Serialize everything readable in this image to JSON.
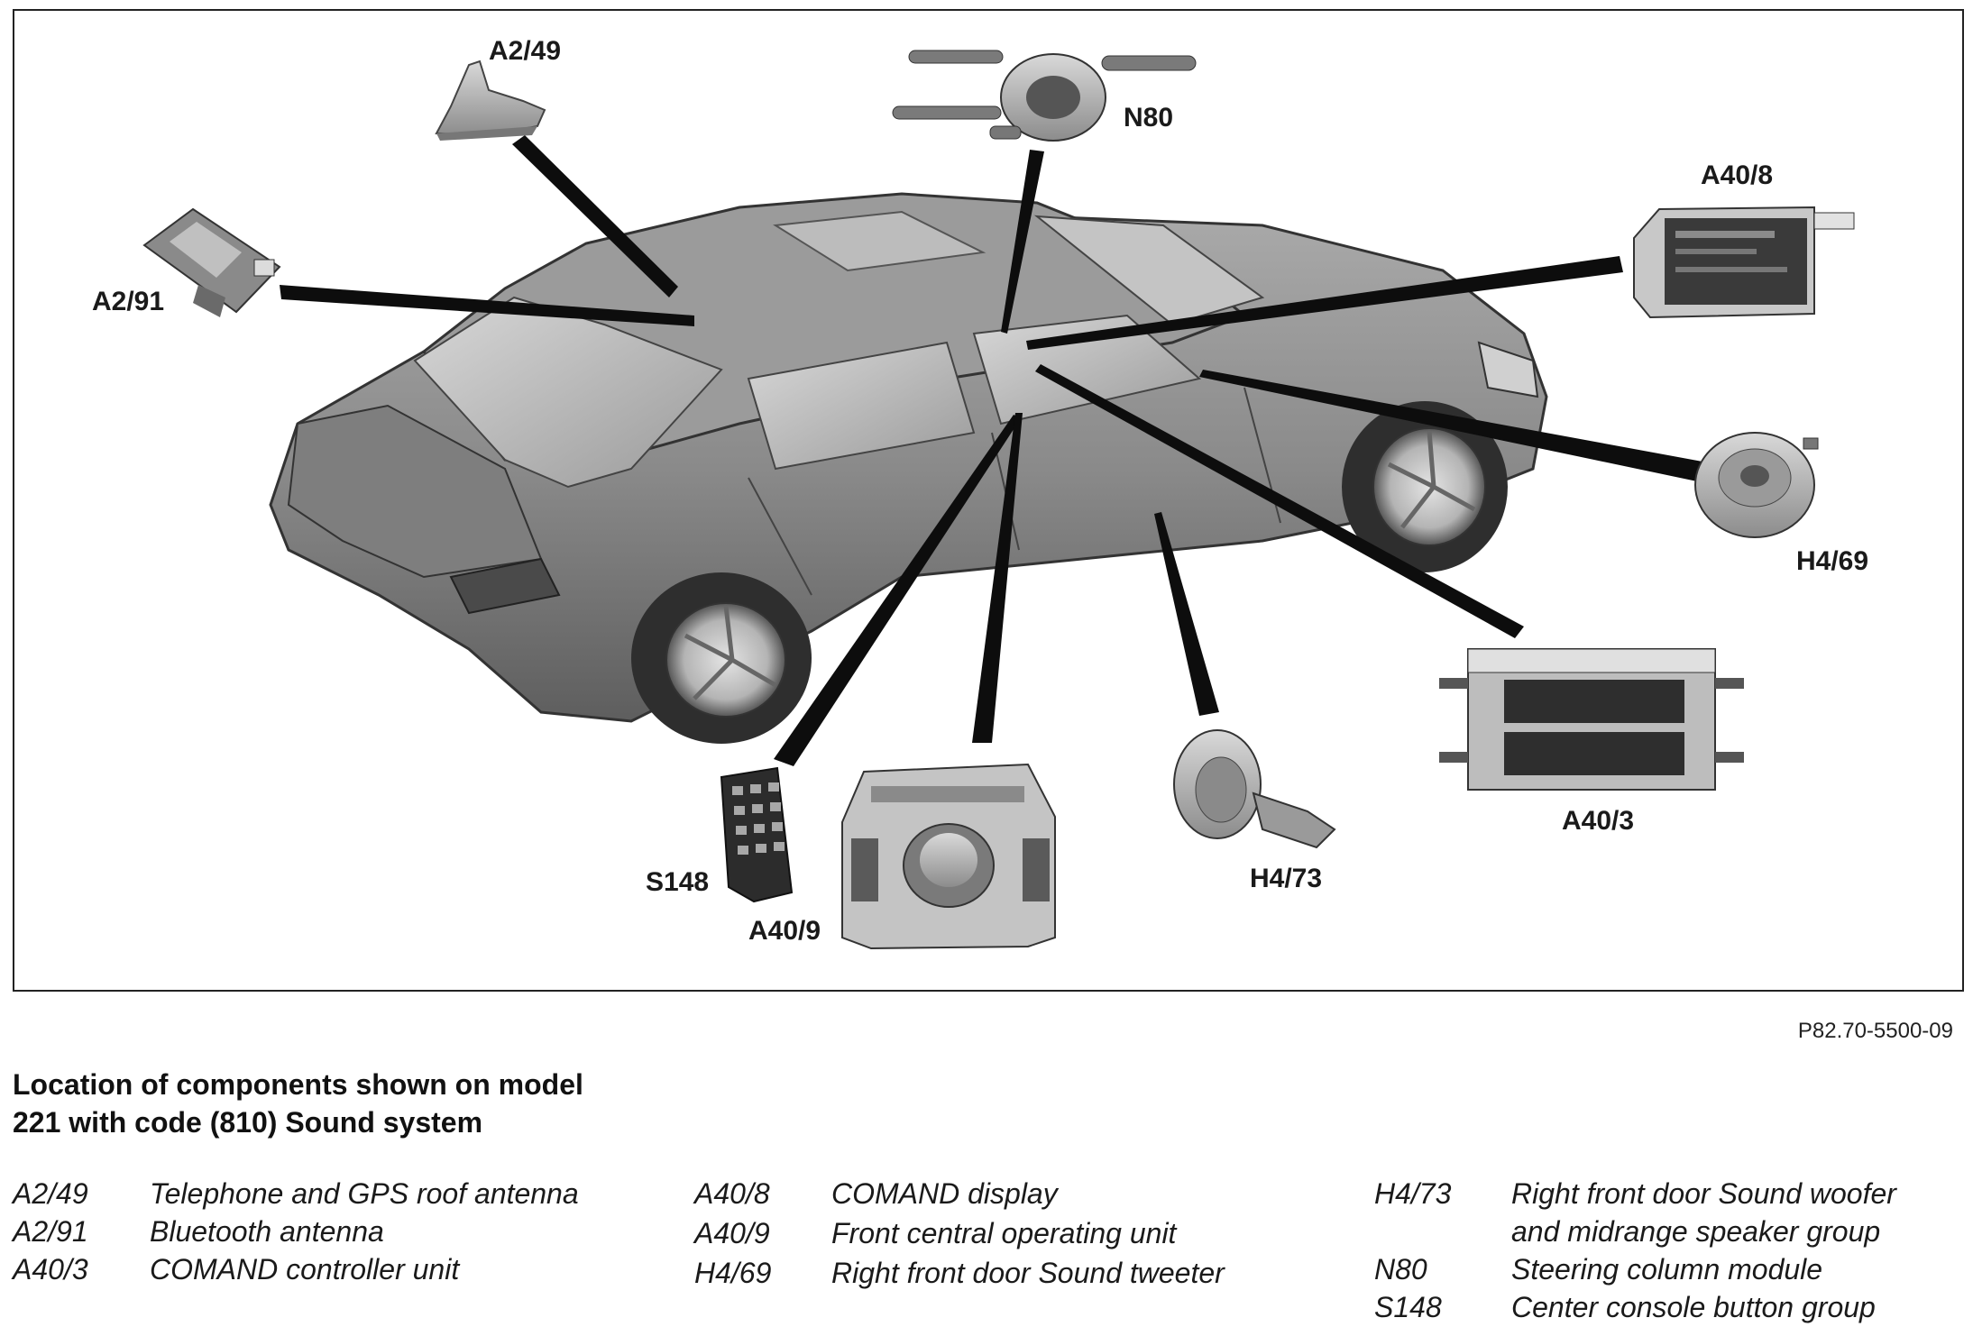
{
  "callouts": {
    "a2_49": "A2/49",
    "n80": "N80",
    "a40_8": "A40/8",
    "a2_91": "A2/91",
    "h4_69": "H4/69",
    "a40_3": "A40/3",
    "h4_73": "H4/73",
    "s148": "S148",
    "a40_9": "A40/9"
  },
  "figure_code": "P82.70-5500-09",
  "caption": {
    "line1": "Location of components shown on model",
    "line2": "221 with code (810) Sound system"
  },
  "legend": {
    "col1": [
      {
        "code": "A2/49",
        "desc": "Telephone and GPS roof antenna"
      },
      {
        "code": "A2/91",
        "desc": "Bluetooth antenna"
      },
      {
        "code": "A40/3",
        "desc": "COMAND controller unit"
      }
    ],
    "col2": [
      {
        "code": "A40/8",
        "desc": "COMAND display"
      },
      {
        "code": "A40/9",
        "desc": "Front central operating unit"
      },
      {
        "code": "H4/69",
        "desc": "Right front door Sound tweeter"
      }
    ],
    "col3": [
      {
        "code": "H4/73",
        "desc": "Right front door Sound woofer"
      },
      {
        "code": "",
        "desc": "and midrange speaker group"
      },
      {
        "code": "N80",
        "desc": "Steering column module"
      },
      {
        "code": "S148",
        "desc": "Center console button group"
      }
    ]
  }
}
